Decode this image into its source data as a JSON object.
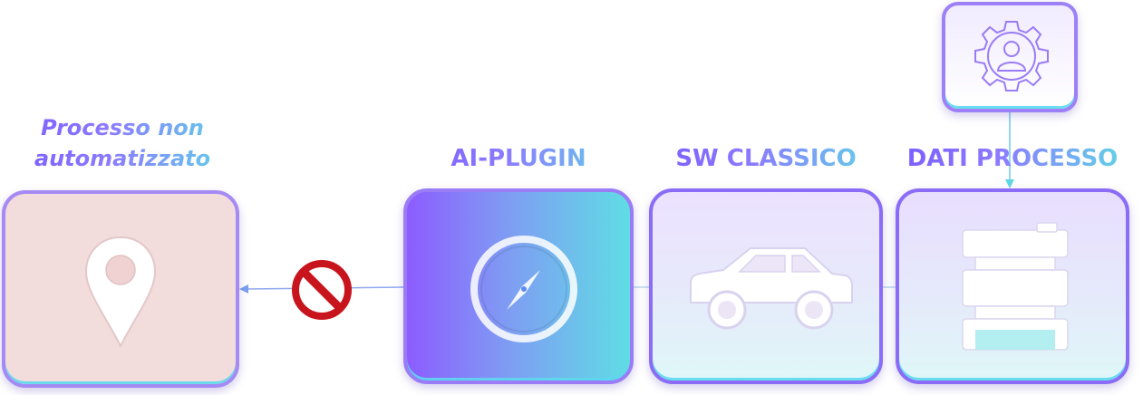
{
  "nodes": {
    "manual": {
      "label_line1": "Processo non",
      "label_line2": "automatizzato",
      "icon": "map-pin-icon"
    },
    "ai_plugin": {
      "label": "AI-PLUGIN",
      "icon": "compass-icon"
    },
    "sw_classico": {
      "label": "SW CLASSICO",
      "icon": "car-icon"
    },
    "dati_processo": {
      "label": "DATI PROCESSO",
      "icon": "barrel-icon"
    },
    "operator": {
      "icon": "user-gear-icon"
    }
  },
  "connectors": {
    "blocked": {
      "icon": "prohibited-icon"
    }
  },
  "colors": {
    "accent_purple": "#7b5cff",
    "accent_cyan": "#5fd6e6",
    "manual_fill": "#f2dcdc",
    "blocked_red": "#c8141c"
  }
}
